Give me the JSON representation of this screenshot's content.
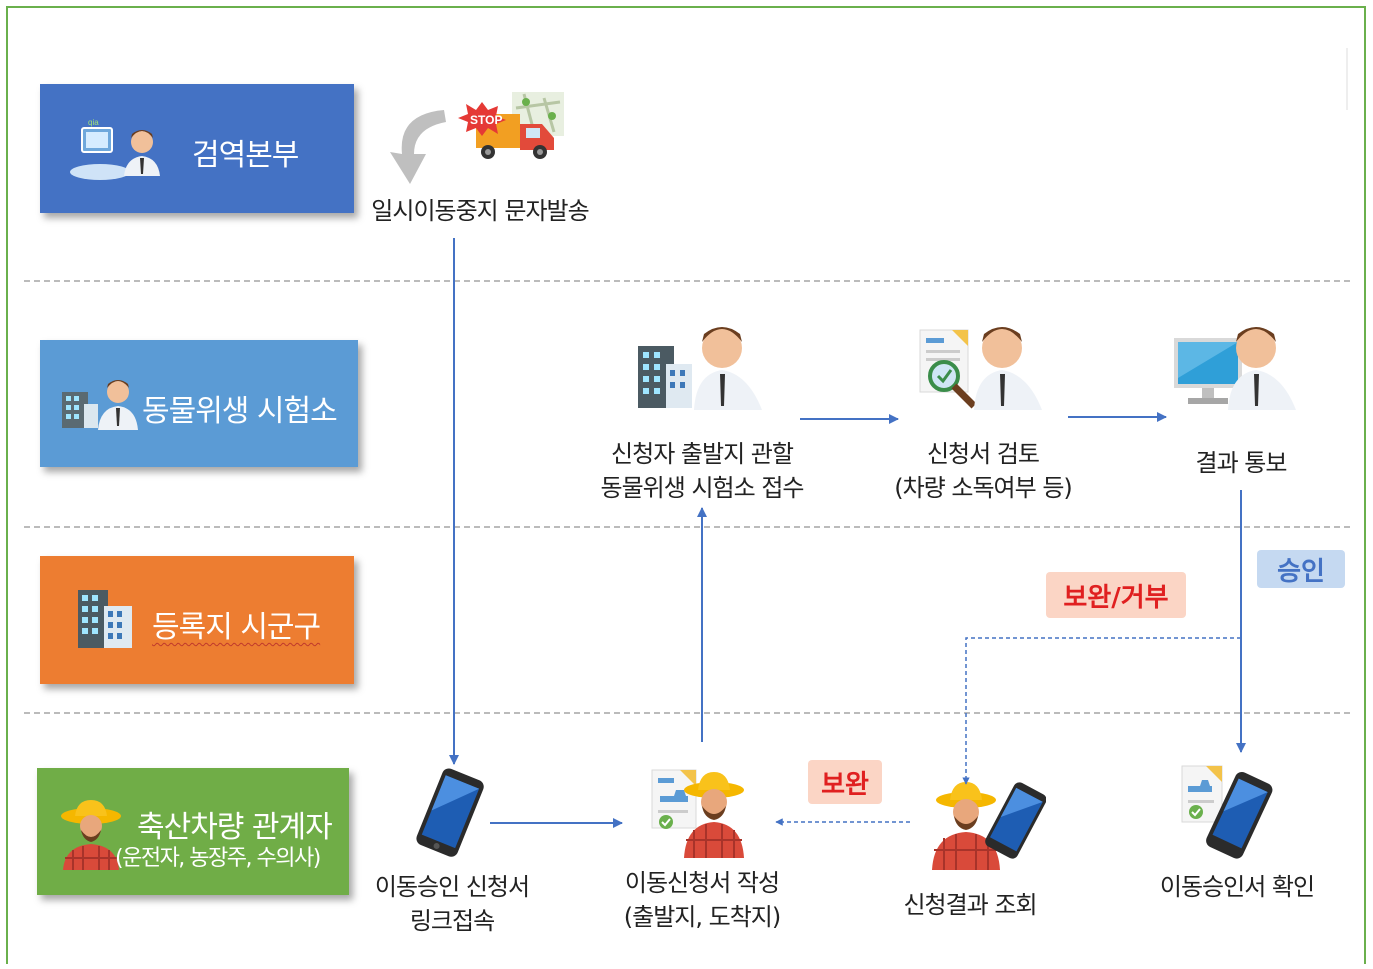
{
  "lanes": {
    "hq": {
      "label": "검역본부",
      "color": "#4472c4"
    },
    "lab": {
      "label": "동물위생 시험소",
      "color": "#5b9bd5"
    },
    "local": {
      "label": "등록지 시군구",
      "color": "#ed7d31"
    },
    "stakeholder": {
      "label": "축산차량 관계자",
      "sub": "(운전자, 농장주, 수의사)",
      "color": "#70ad47"
    }
  },
  "steps": {
    "sms": "일시이동중지 문자발송",
    "receive_1": "신청자 출발지 관할",
    "receive_2": "동물위생 시험소 접수",
    "review_1": "신청서 검토",
    "review_2": "(차량 소독여부 등)",
    "notify": "결과 통보",
    "link_1": "이동승인 신청서",
    "link_2": "링크접속",
    "write_1": "이동신청서 작성",
    "write_2": "(출발지, 도착지)",
    "inquiry": "신청결과 조회",
    "confirm": "이동승인서 확인"
  },
  "tags": {
    "reject": "보완/거부",
    "approve": "승인",
    "supplement": "보완"
  },
  "icons": {
    "stop_sign": "STOP",
    "hq_logo": "qia"
  },
  "colors": {
    "arrow": "#4472c4",
    "tag_red_text": "#e02020",
    "tag_red_bg": "#fbd5c5",
    "tag_blue_text": "#4472c4",
    "tag_blue_bg": "#c5d9f1"
  }
}
